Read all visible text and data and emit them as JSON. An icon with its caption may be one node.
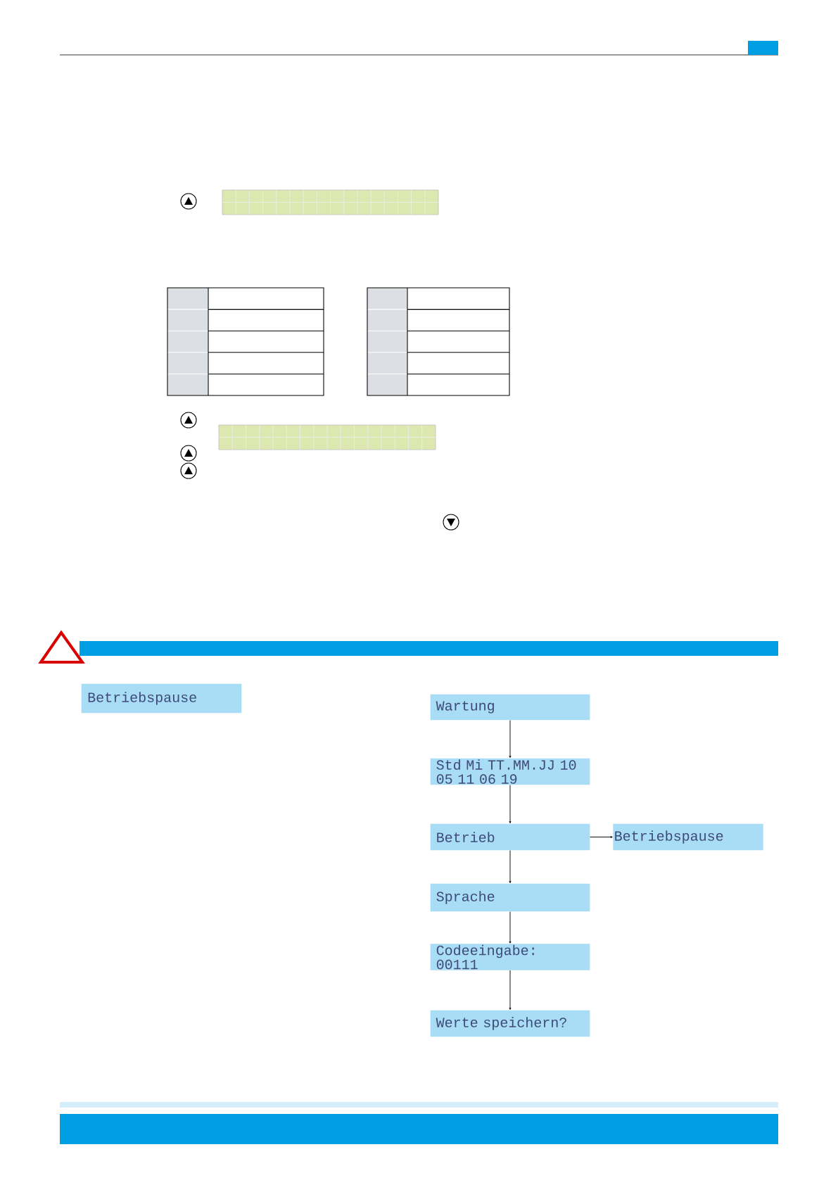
{
  "diagram": {
    "nodes": [
      {
        "text": [
          "Betriebspause"
        ]
      },
      {
        "text": [
          "Wartung"
        ]
      },
      {
        "text": [
          "Std Mi TT.MM.JJ 10 05 11 06 19"
        ]
      },
      {
        "text": [
          "Betrieb"
        ]
      },
      {
        "text": [
          "Betriebspause"
        ]
      },
      {
        "text": [
          "Sprache"
        ]
      },
      {
        "text": [
          "Codeeingabe: 00111"
        ]
      },
      {
        "text": [
          "Werte speichern?"
        ]
      }
    ],
    "edges": [
      {
        "from": 1,
        "to": 2,
        "arrow": "to"
      },
      {
        "from": 2,
        "to": 3,
        "arrow": "to"
      },
      {
        "from": 3,
        "to": 4,
        "arrow": "to"
      },
      {
        "from": 3,
        "to": 5,
        "arrow": "to"
      },
      {
        "from": 5,
        "to": 6,
        "arrow": "to"
      },
      {
        "from": 6,
        "to": 7,
        "arrow": "to"
      }
    ]
  }
}
